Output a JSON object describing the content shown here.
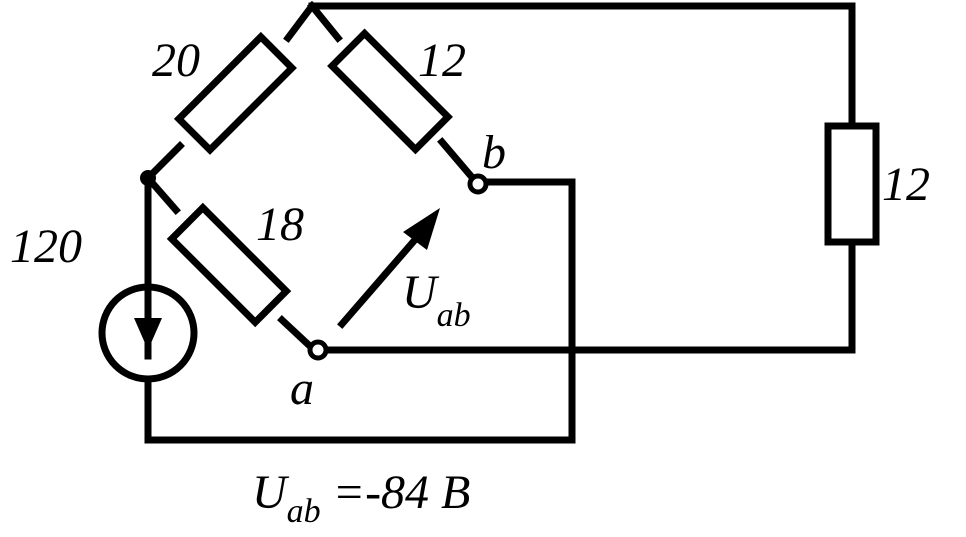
{
  "labels": {
    "r_top_left": "20",
    "r_top_right": "12",
    "r_bottom_left": "18",
    "r_right": "12",
    "source": "120",
    "node_a": "a",
    "node_b": "b",
    "voltage_main": "U",
    "voltage_sub": "ab"
  },
  "result": {
    "main": "U",
    "sub": "ab",
    "value": " =-84 B"
  }
}
